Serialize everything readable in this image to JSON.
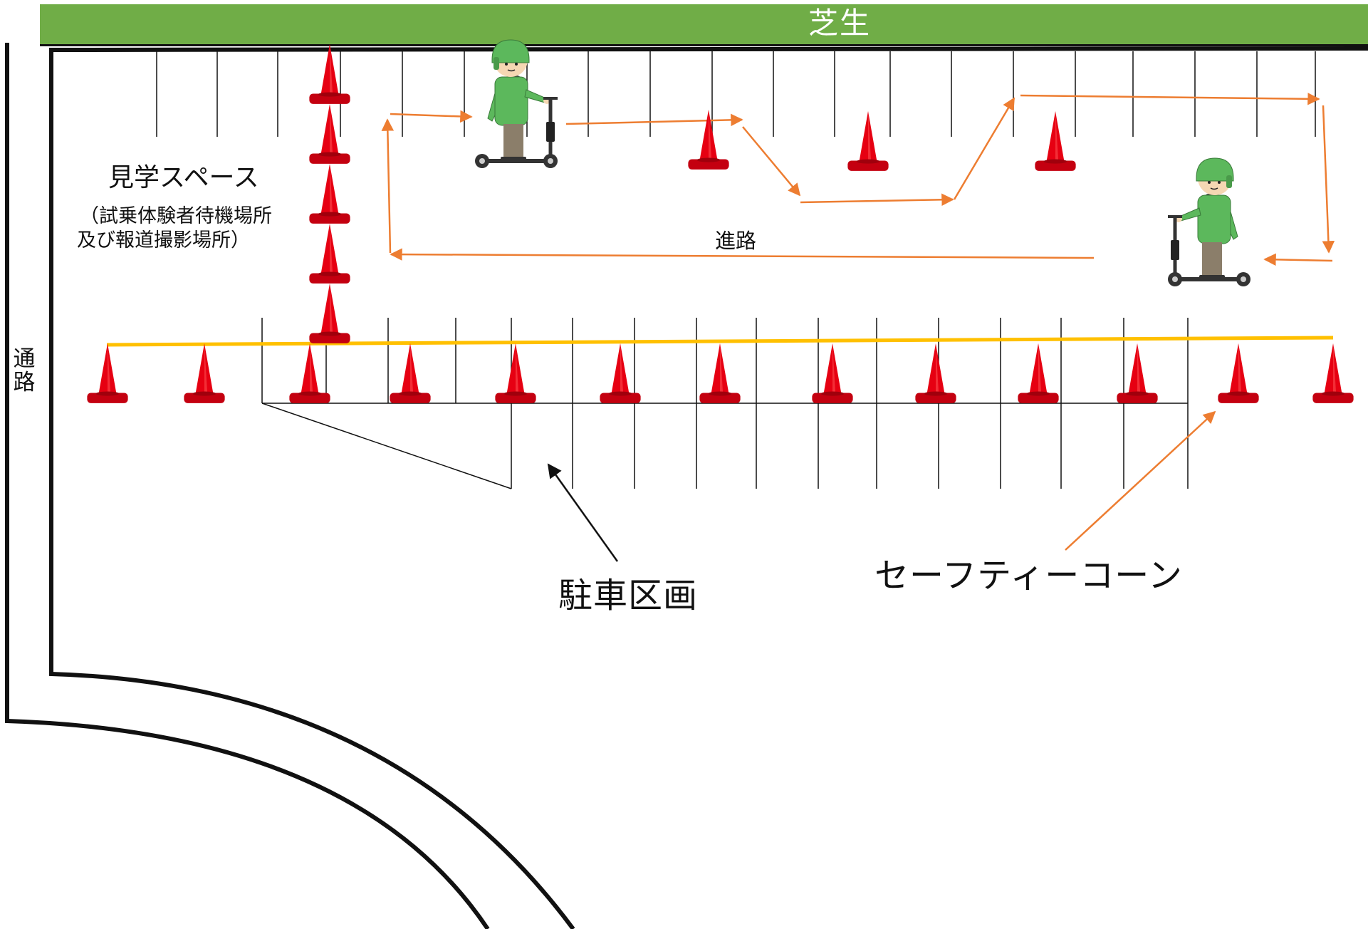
{
  "labels": {
    "lawn": "芝生",
    "viewing_space": "見学スペース",
    "viewing_space_note_line1": "（試乗体験者待機場所",
    "viewing_space_note_line2": "及び報道撮影場所）",
    "course": "進路",
    "aisle": "通路",
    "parking": "駐車区画",
    "safety_cone": "セーフティーコーン"
  },
  "colors": {
    "lawn": "#70ad47",
    "cone_body": "#e60012",
    "cone_base": "#c40010",
    "course_arrow": "#ed7d31",
    "boundary_rope": "#ffc000",
    "helmet": "#5cb85c",
    "shirt": "#5cb85c",
    "pants": "#8b7e6a",
    "scooter": "#333333",
    "outline": "#111111"
  },
  "icons": {
    "cone": "traffic-cone-icon",
    "rider": "scooter-rider-icon"
  },
  "counts": {
    "cones_vertical_column": 5,
    "cones_course": 3,
    "cones_boundary_row": 13,
    "riders": 2
  }
}
